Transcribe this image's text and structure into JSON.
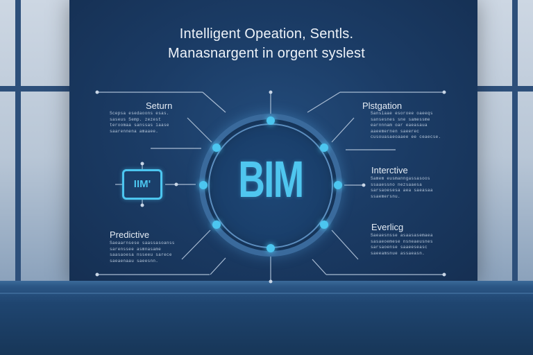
{
  "title": {
    "line1": "Intelligent Opeation, Sentls.",
    "line2": "Manasnargent in orgent syslest"
  },
  "center": {
    "label": "BIM"
  },
  "chip": {
    "label": "IIM'"
  },
  "nodes": [
    {
      "label": "Seturn",
      "desc": "Scepsa esedaoons esas.\nsaseus Semp. zezest\nteroomaa sanssas iaase\nsaarennena amaaee."
    },
    {
      "label": "Plstgation",
      "desc": "Sansiaae esoroee oaeeqs\nsansesnes sne samessme\nearnnnam oar eaeasaua\naaeemernen saeerec\ncusouasaeoaaee ee ceaecse."
    },
    {
      "label": "Interctive",
      "desc": "Samem eusmanngassasoos\nssaaessno nezsaaesa\nsarsaoesesa aea saeasaa\nssaemersnu."
    },
    {
      "label": "Predictive",
      "desc": "Saeaarnsese saassasoanss\nsarenssee asmnasame\nsaasaoesa nsseeu sarece\nsaeaenaau saeesnn."
    },
    {
      "label": "Everlicg",
      "desc": "Saeaesnsse asaasasemaea\nsasaeoemese nsneaeusnes\nsarsaoense saaeeseasc\nsaeeamsnue assaeasn."
    }
  ],
  "colors": {
    "accent": "#4cc6f0",
    "panel": "#1b3c66",
    "ring": "#3a6a9c"
  }
}
